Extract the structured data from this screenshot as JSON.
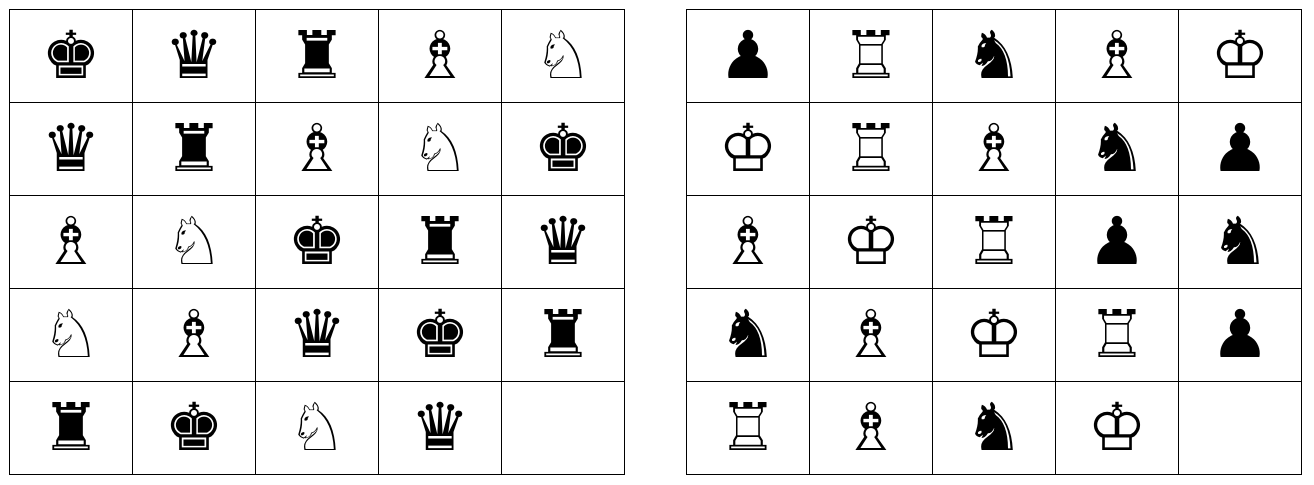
{
  "boards": [
    {
      "id": "left",
      "rows": [
        [
          {
            "piece": "black-king",
            "glyph": "♚"
          },
          {
            "piece": "black-queen",
            "glyph": "♛"
          },
          {
            "piece": "black-rook",
            "glyph": "♜"
          },
          {
            "piece": "white-bishop",
            "glyph": "♗"
          },
          {
            "piece": "white-knight",
            "glyph": "♘"
          }
        ],
        [
          {
            "piece": "black-queen",
            "glyph": "♛"
          },
          {
            "piece": "black-rook",
            "glyph": "♜"
          },
          {
            "piece": "white-bishop",
            "glyph": "♗"
          },
          {
            "piece": "white-knight",
            "glyph": "♘"
          },
          {
            "piece": "black-king",
            "glyph": "♚"
          }
        ],
        [
          {
            "piece": "white-bishop",
            "glyph": "♗"
          },
          {
            "piece": "white-knight",
            "glyph": "♘"
          },
          {
            "piece": "black-king",
            "glyph": "♚"
          },
          {
            "piece": "black-rook",
            "glyph": "♜"
          },
          {
            "piece": "black-queen",
            "glyph": "♛"
          }
        ],
        [
          {
            "piece": "white-knight",
            "glyph": "♘"
          },
          {
            "piece": "white-bishop",
            "glyph": "♗"
          },
          {
            "piece": "black-queen",
            "glyph": "♛"
          },
          {
            "piece": "black-king",
            "glyph": "♚"
          },
          {
            "piece": "black-rook",
            "glyph": "♜"
          }
        ],
        [
          {
            "piece": "black-rook",
            "glyph": "♜"
          },
          {
            "piece": "black-king",
            "glyph": "♚"
          },
          {
            "piece": "white-knight",
            "glyph": "♘"
          },
          {
            "piece": "black-queen",
            "glyph": "♛"
          },
          {
            "piece": "",
            "glyph": ""
          }
        ]
      ]
    },
    {
      "id": "right",
      "rows": [
        [
          {
            "piece": "black-pawn",
            "glyph": "♟"
          },
          {
            "piece": "white-rook",
            "glyph": "♖"
          },
          {
            "piece": "black-knight",
            "glyph": "♞"
          },
          {
            "piece": "white-bishop",
            "glyph": "♗"
          },
          {
            "piece": "white-king",
            "glyph": "♔"
          }
        ],
        [
          {
            "piece": "white-king",
            "glyph": "♔"
          },
          {
            "piece": "white-rook",
            "glyph": "♖"
          },
          {
            "piece": "white-bishop",
            "glyph": "♗"
          },
          {
            "piece": "black-knight",
            "glyph": "♞"
          },
          {
            "piece": "black-pawn",
            "glyph": "♟"
          }
        ],
        [
          {
            "piece": "white-bishop",
            "glyph": "♗"
          },
          {
            "piece": "white-king",
            "glyph": "♔"
          },
          {
            "piece": "white-rook",
            "glyph": "♖"
          },
          {
            "piece": "black-pawn",
            "glyph": "♟"
          },
          {
            "piece": "black-knight",
            "glyph": "♞"
          }
        ],
        [
          {
            "piece": "black-knight",
            "glyph": "♞"
          },
          {
            "piece": "white-bishop",
            "glyph": "♗"
          },
          {
            "piece": "white-king",
            "glyph": "♔"
          },
          {
            "piece": "white-rook",
            "glyph": "♖"
          },
          {
            "piece": "black-pawn",
            "glyph": "♟"
          }
        ],
        [
          {
            "piece": "white-rook",
            "glyph": "♖"
          },
          {
            "piece": "white-bishop",
            "glyph": "♗"
          },
          {
            "piece": "black-knight",
            "glyph": "♞"
          },
          {
            "piece": "white-king",
            "glyph": "♔"
          },
          {
            "piece": "",
            "glyph": ""
          }
        ]
      ]
    }
  ]
}
